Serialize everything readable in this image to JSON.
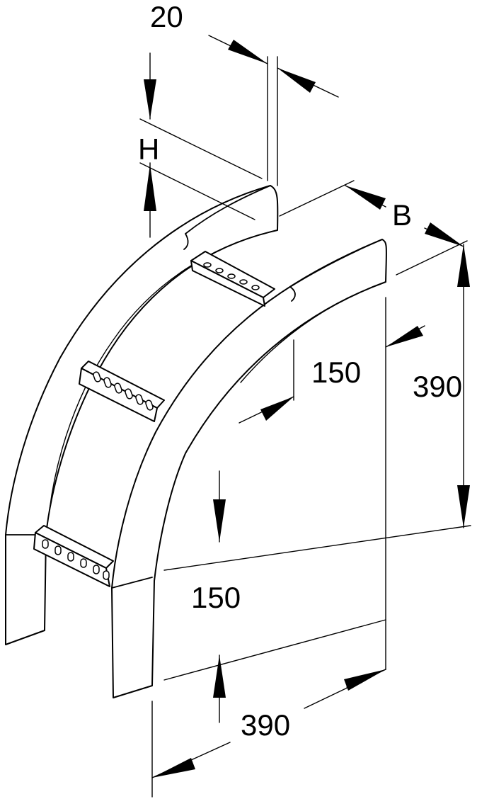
{
  "labels": {
    "top_gap": "20",
    "height": "H",
    "width": "B",
    "upper_offset": "150",
    "lower_offset": "150",
    "vertical_length": "390",
    "horizontal_length": "390"
  }
}
